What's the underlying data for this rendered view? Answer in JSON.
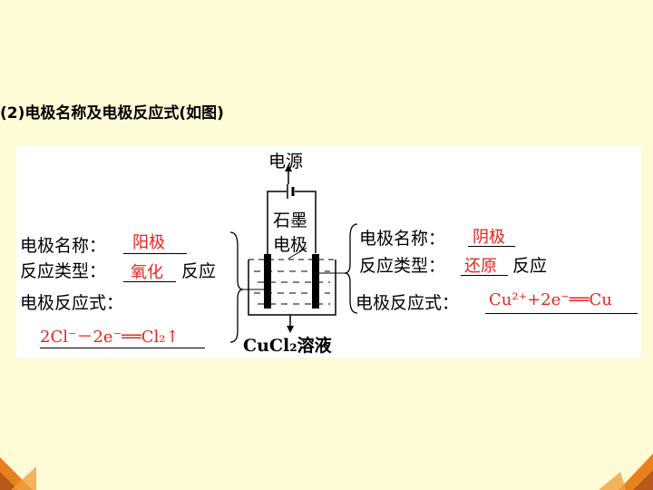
{
  "heading": "(2)电极名称及电极反应式(如图)",
  "diagram": {
    "power_label": "电源",
    "graphite_label_1": "石墨",
    "graphite_label_2": "电极",
    "solution_label": "CuCl₂溶液",
    "left": {
      "name_label": "电极名称：",
      "name_answer": "阳极",
      "type_label": "反应类型：",
      "type_answer": "氧化",
      "type_suffix": "反应",
      "eq_label": "电极反应式：",
      "eq_answer": "2Cl⁻－2e⁻══Cl₂↑"
    },
    "right": {
      "name_label": "电极名称：",
      "name_answer": "阴极",
      "type_label": "反应类型：",
      "type_answer": "还原",
      "type_suffix": "反应",
      "eq_label": "电极反应式：",
      "eq_answer": "Cu²⁺+2e⁻══Cu"
    }
  },
  "colors": {
    "background": "#FEFBD6",
    "answer": "#E8241C",
    "corner_orange": "#E8801E"
  }
}
